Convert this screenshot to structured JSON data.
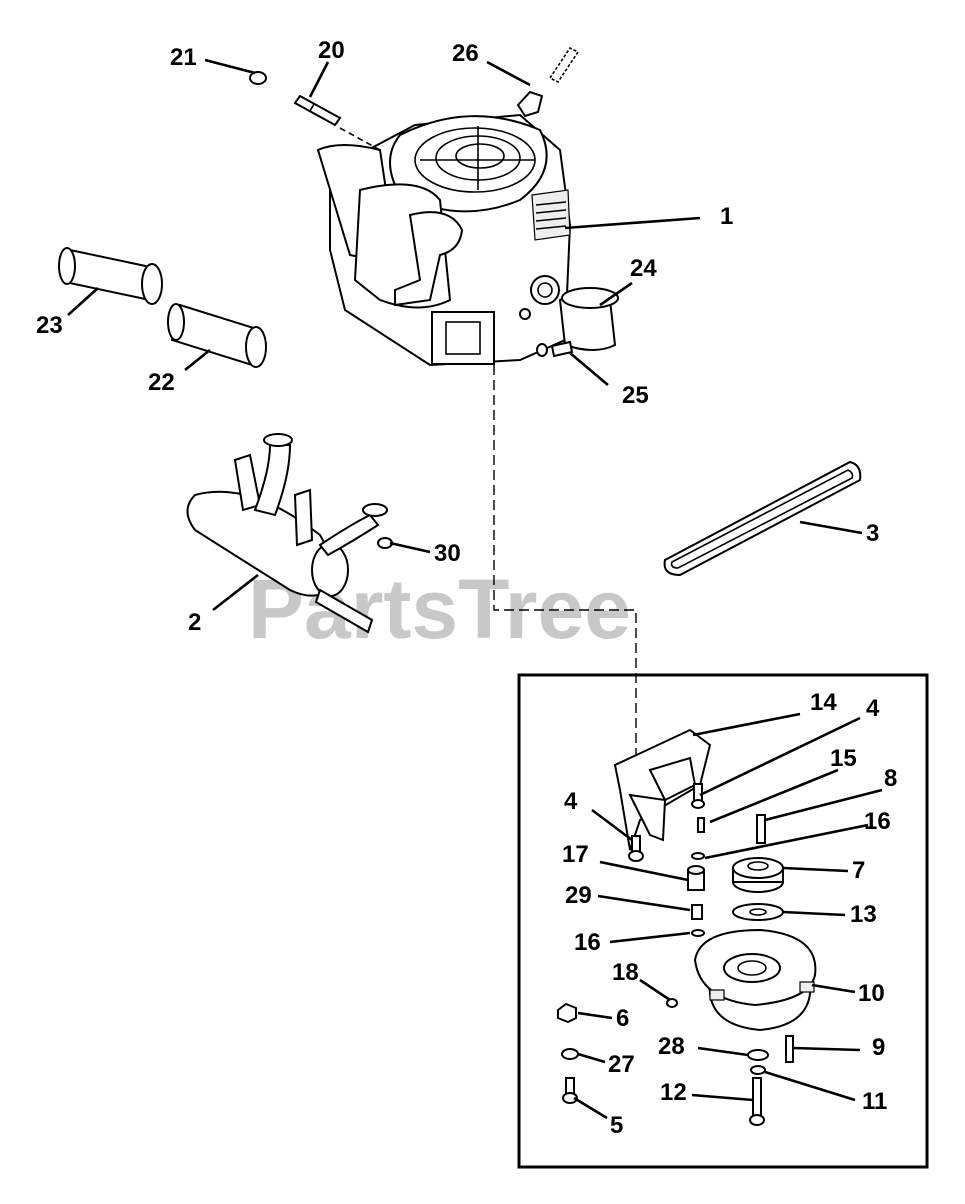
{
  "watermark": "PartsTree",
  "callouts": [
    {
      "id": "c1",
      "label": "1"
    },
    {
      "id": "c2",
      "label": "2"
    },
    {
      "id": "c3",
      "label": "3"
    },
    {
      "id": "c4a",
      "label": "4"
    },
    {
      "id": "c4b",
      "label": "4"
    },
    {
      "id": "c5",
      "label": "5"
    },
    {
      "id": "c6",
      "label": "6"
    },
    {
      "id": "c7",
      "label": "7"
    },
    {
      "id": "c8",
      "label": "8"
    },
    {
      "id": "c9",
      "label": "9"
    },
    {
      "id": "c10",
      "label": "10"
    },
    {
      "id": "c11",
      "label": "11"
    },
    {
      "id": "c12",
      "label": "12"
    },
    {
      "id": "c13",
      "label": "13"
    },
    {
      "id": "c14",
      "label": "14"
    },
    {
      "id": "c15",
      "label": "15"
    },
    {
      "id": "c16a",
      "label": "16"
    },
    {
      "id": "c16b",
      "label": "16"
    },
    {
      "id": "c17",
      "label": "17"
    },
    {
      "id": "c18",
      "label": "18"
    },
    {
      "id": "c20",
      "label": "20"
    },
    {
      "id": "c21",
      "label": "21"
    },
    {
      "id": "c22",
      "label": "22"
    },
    {
      "id": "c23",
      "label": "23"
    },
    {
      "id": "c24",
      "label": "24"
    },
    {
      "id": "c25",
      "label": "25"
    },
    {
      "id": "c26",
      "label": "26"
    },
    {
      "id": "c27",
      "label": "27"
    },
    {
      "id": "c28",
      "label": "28"
    },
    {
      "id": "c29",
      "label": "29"
    },
    {
      "id": "c30",
      "label": "30"
    }
  ]
}
